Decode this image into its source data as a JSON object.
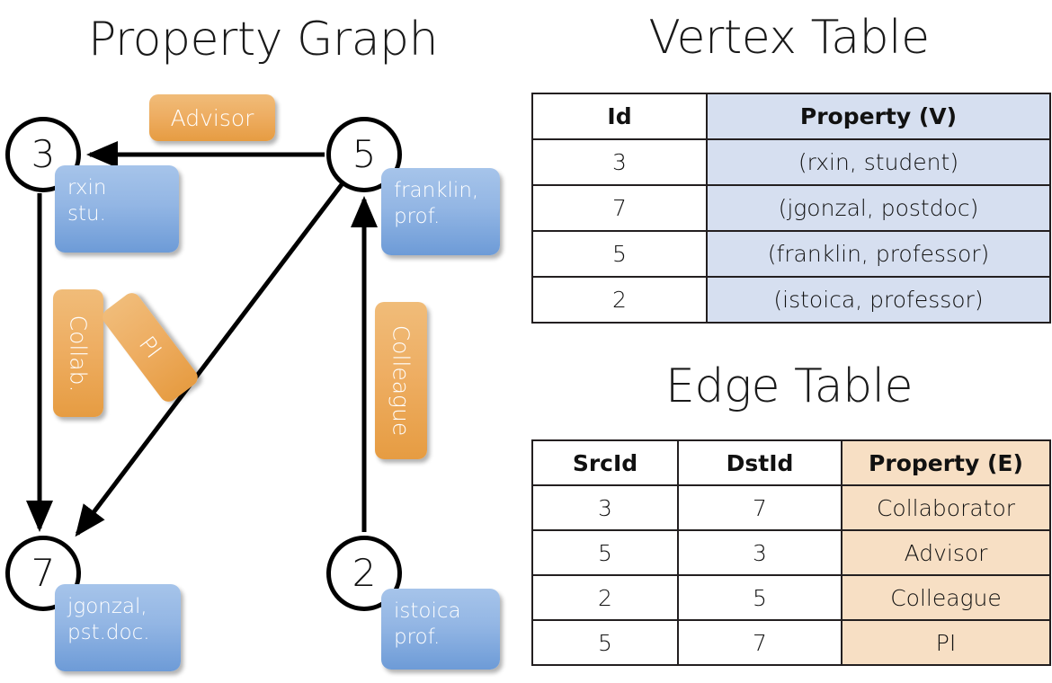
{
  "titles": {
    "property_graph": "Property Graph",
    "vertex_table": "Vertex Table",
    "edge_table": "Edge Table"
  },
  "graph": {
    "vertices": [
      {
        "id": "3",
        "property_lines": [
          "rxin",
          "stu."
        ]
      },
      {
        "id": "5",
        "property_lines": [
          "franklin,",
          "prof."
        ]
      },
      {
        "id": "7",
        "property_lines": [
          "jgonzal,",
          "pst.doc."
        ]
      },
      {
        "id": "2",
        "property_lines": [
          "istoica",
          "prof."
        ]
      }
    ],
    "vertex_labels": {
      "v3": "3",
      "v5": "5",
      "v7": "7",
      "v2": "2"
    },
    "property_boxes": {
      "rxin_line1": "rxin",
      "rxin_line2": "stu.",
      "franklin_line1": "franklin,",
      "franklin_line2": "prof.",
      "jgonzal_line1": "jgonzal,",
      "jgonzal_line2": "pst.doc.",
      "istoica_line1": "istoica",
      "istoica_line2": "prof."
    },
    "edge_labels": {
      "advisor": "Advisor",
      "collab": "Collab.",
      "pi": "PI",
      "colleague": "Colleague"
    }
  },
  "vertex_table": {
    "headers": [
      "Id",
      "Property (V)"
    ],
    "rows": [
      {
        "id": "3",
        "property": "(rxin, student)"
      },
      {
        "id": "7",
        "property": "(jgonzal, postdoc)"
      },
      {
        "id": "5",
        "property": "(franklin, professor)"
      },
      {
        "id": "2",
        "property": "(istoica, professor)"
      }
    ]
  },
  "edge_table": {
    "headers": [
      "SrcId",
      "DstId",
      "Property (E)"
    ],
    "rows": [
      {
        "src": "3",
        "dst": "7",
        "property": "Collaborator"
      },
      {
        "src": "5",
        "dst": "3",
        "property": "Advisor"
      },
      {
        "src": "2",
        "dst": "5",
        "property": "Colleague"
      },
      {
        "src": "5",
        "dst": "7",
        "property": "PI"
      }
    ]
  },
  "colors": {
    "vertex_property_fill": "#93b6e4",
    "edge_property_fill": "#eeae63",
    "vertex_table_fill": "#d6dff0",
    "edge_table_fill": "#f7dfc4",
    "stroke": "#000000",
    "background": "#ffffff"
  }
}
